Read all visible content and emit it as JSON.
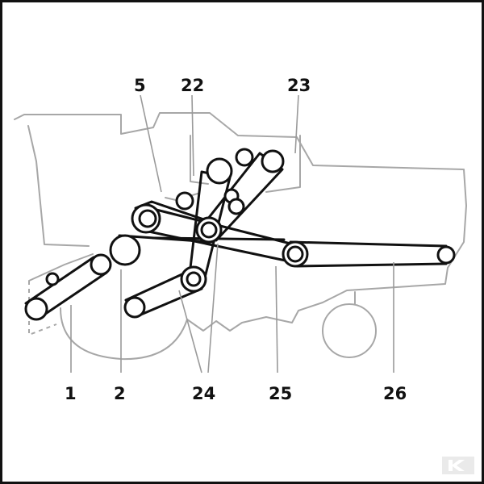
{
  "diagram": {
    "callouts": {
      "c5": "5",
      "c22": "22",
      "c23": "23",
      "c1": "1",
      "c2": "2",
      "c24": "24",
      "c25": "25",
      "c26": "26"
    },
    "colors": {
      "belt": "#111111",
      "machine_outline": "#a7a7a7",
      "frame": "#111111",
      "watermark": "#e8e8e8"
    },
    "watermark_icon": "k-logo-icon"
  }
}
